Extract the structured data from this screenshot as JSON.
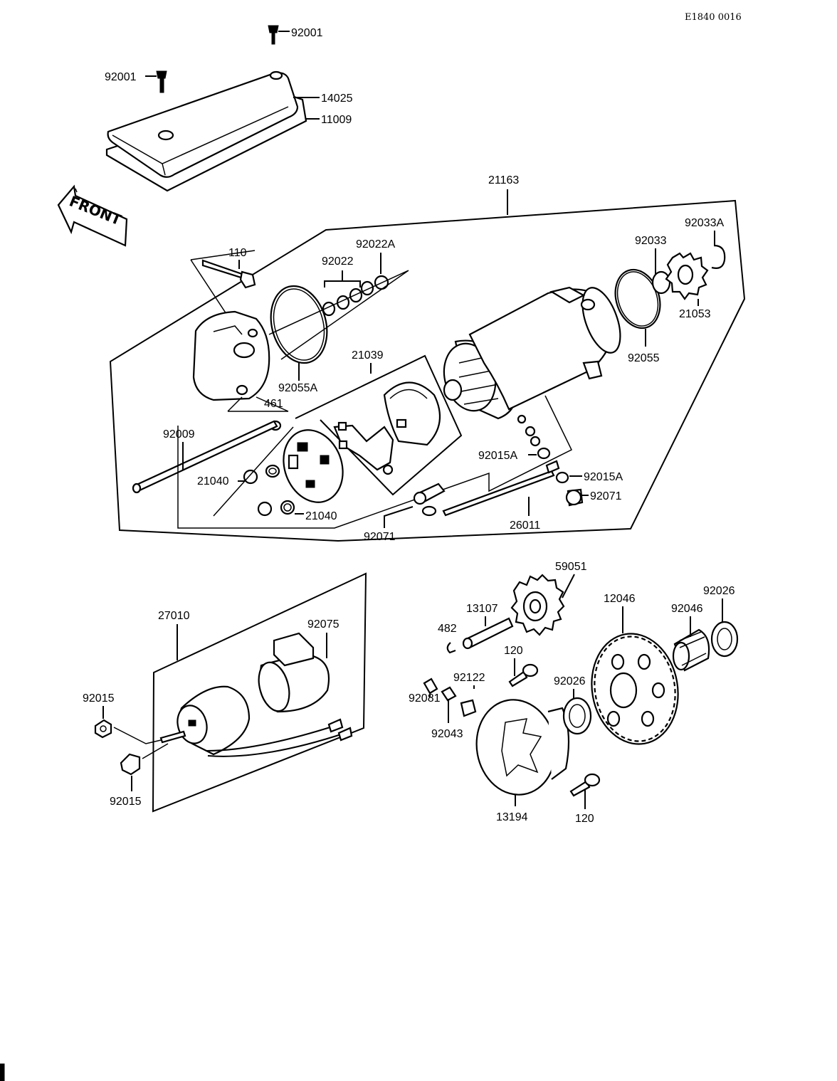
{
  "ref_code": "E1840 0016",
  "front_label": "FRONT",
  "labels": {
    "p92001_top": "92001",
    "p92001_left": "92001",
    "p14025": "14025",
    "p11009": "11009",
    "p21163": "21163",
    "p110": "110",
    "p92022": "92022",
    "p92022A": "92022A",
    "p92033": "92033",
    "p92033A": "92033A",
    "p21053": "21053",
    "p92055": "92055",
    "p21039": "21039",
    "p92055A": "92055A",
    "p461": "461",
    "p92009": "92009",
    "p21040_a": "21040",
    "p21040_b": "21040",
    "p92015A_a": "92015A",
    "p92015A_b": "92015A",
    "p92071_a": "92071",
    "p92071_b": "92071",
    "p26011": "26011",
    "p27010": "27010",
    "p92075": "92075",
    "p92015_a": "92015",
    "p92015_b": "92015",
    "p59051": "59051",
    "p13107": "13107",
    "p482": "482",
    "p120_a": "120",
    "p92122": "92122",
    "p92081": "92081",
    "p92043": "92043",
    "p12046": "12046",
    "p92026_a": "92026",
    "p92026_b": "92026",
    "p92046": "92046",
    "p13194": "13194",
    "p120_b": "120"
  }
}
